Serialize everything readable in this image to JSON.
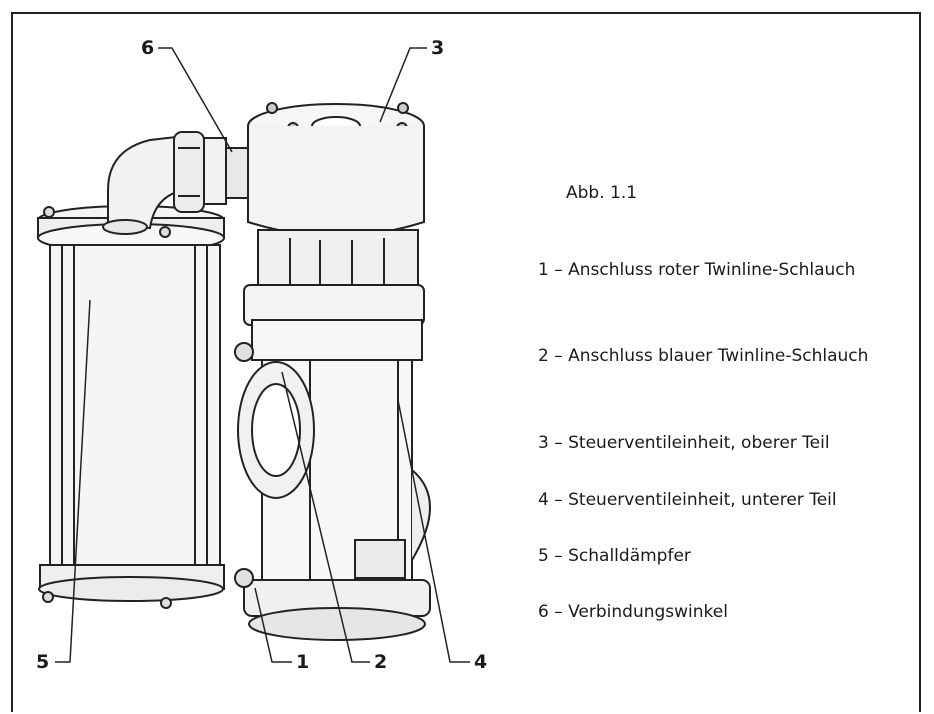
{
  "figure": {
    "caption": "Abb. 1.1"
  },
  "callouts": [
    {
      "id": "1",
      "label": "1"
    },
    {
      "id": "2",
      "label": "2"
    },
    {
      "id": "3",
      "label": "3"
    },
    {
      "id": "4",
      "label": "4"
    },
    {
      "id": "5",
      "label": "5"
    },
    {
      "id": "6",
      "label": "6"
    }
  ],
  "legend": [
    {
      "text": "1 – Anschluss roter Twinline-Schlauch"
    },
    {
      "text": "2 – Anschluss blauer Twinline-Schlauch"
    },
    {
      "text": "3 – Steuerventileinheit, oberer Teil"
    },
    {
      "text": "4 – Steuerventileinheit, unterer Teil"
    },
    {
      "text": "5 – Schalldämpfer"
    },
    {
      "text": "6 – Verbindungswinkel"
    }
  ]
}
